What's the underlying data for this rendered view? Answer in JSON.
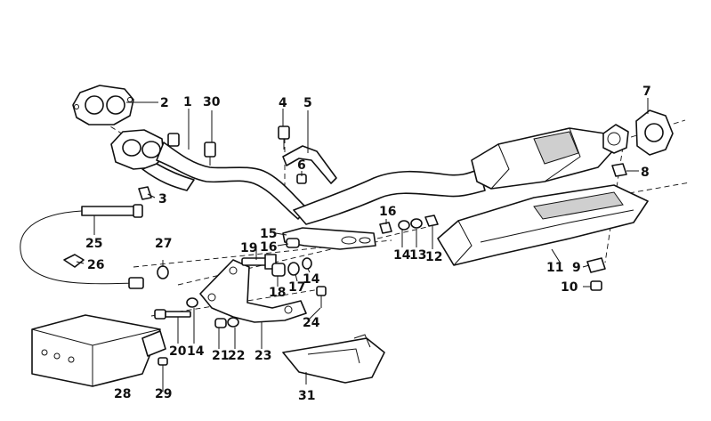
{
  "callouts": [
    {
      "id": "1",
      "text": "1"
    },
    {
      "id": "2",
      "text": "2"
    },
    {
      "id": "3",
      "text": "3"
    },
    {
      "id": "4",
      "text": "4"
    },
    {
      "id": "5",
      "text": "5"
    },
    {
      "id": "6",
      "text": "6"
    },
    {
      "id": "7",
      "text": "7"
    },
    {
      "id": "8",
      "text": "8"
    },
    {
      "id": "9",
      "text": "9"
    },
    {
      "id": "10",
      "text": "10"
    },
    {
      "id": "11",
      "text": "11"
    },
    {
      "id": "12",
      "text": "12"
    },
    {
      "id": "13",
      "text": "13"
    },
    {
      "id": "14a",
      "text": "14"
    },
    {
      "id": "14b",
      "text": "14"
    },
    {
      "id": "14c",
      "text": "14"
    },
    {
      "id": "15",
      "text": "15"
    },
    {
      "id": "16a",
      "text": "16"
    },
    {
      "id": "16b",
      "text": "16"
    },
    {
      "id": "17",
      "text": "17"
    },
    {
      "id": "18",
      "text": "18"
    },
    {
      "id": "19",
      "text": "19"
    },
    {
      "id": "20",
      "text": "20"
    },
    {
      "id": "21",
      "text": "21"
    },
    {
      "id": "22",
      "text": "22"
    },
    {
      "id": "23",
      "text": "23"
    },
    {
      "id": "24",
      "text": "24"
    },
    {
      "id": "25",
      "text": "25"
    },
    {
      "id": "26",
      "text": "26"
    },
    {
      "id": "27",
      "text": "27"
    },
    {
      "id": "28",
      "text": "28"
    },
    {
      "id": "29",
      "text": "29"
    },
    {
      "id": "30",
      "text": "30"
    },
    {
      "id": "31",
      "text": "31"
    }
  ]
}
